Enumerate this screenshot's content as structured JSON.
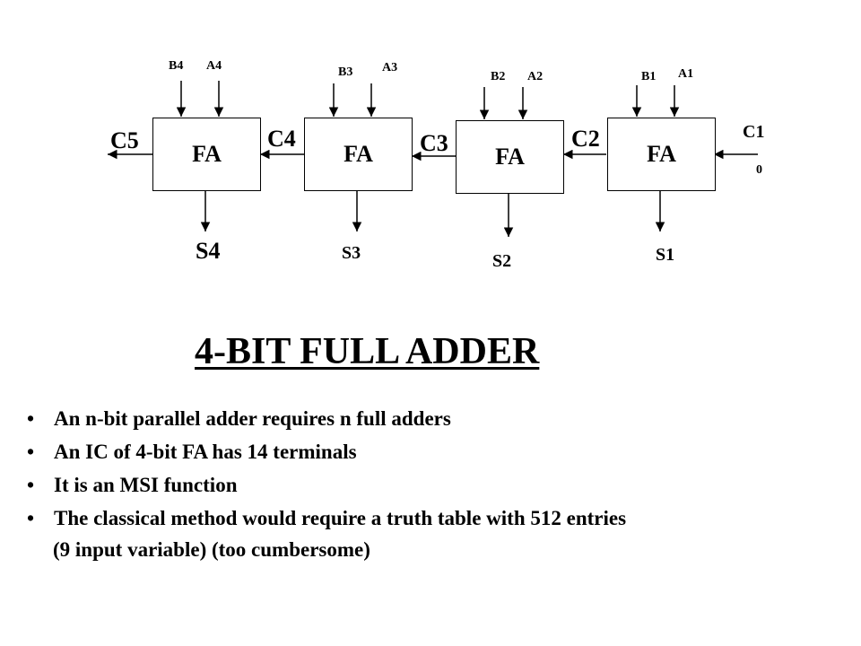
{
  "diagram": {
    "blocks": [
      {
        "label": "FA",
        "input_b": "B4",
        "input_a": "A4",
        "sum": "S4",
        "carry_out": "C5"
      },
      {
        "label": "FA",
        "input_b": "B3",
        "input_a": "A3",
        "sum": "S3",
        "carry_out": "C4"
      },
      {
        "label": "FA",
        "input_b": "B2",
        "input_a": "A2",
        "sum": "S2",
        "carry_out": "C3"
      },
      {
        "label": "FA",
        "input_b": "B1",
        "input_a": "A1",
        "sum": "S1",
        "carry_out": "C2"
      }
    ],
    "carry_in": "C1",
    "carry_in_value": "0"
  },
  "title": "4-BIT FULL ADDER",
  "bullets": [
    "An n-bit parallel adder requires n full adders",
    "An IC of 4-bit FA has 14 terminals",
    "It is an MSI function",
    "The classical method would require a truth table with 512 entries"
  ],
  "bullet_continuation": "(9 input variable) (too cumbersome)",
  "bullet_symbol": "•"
}
